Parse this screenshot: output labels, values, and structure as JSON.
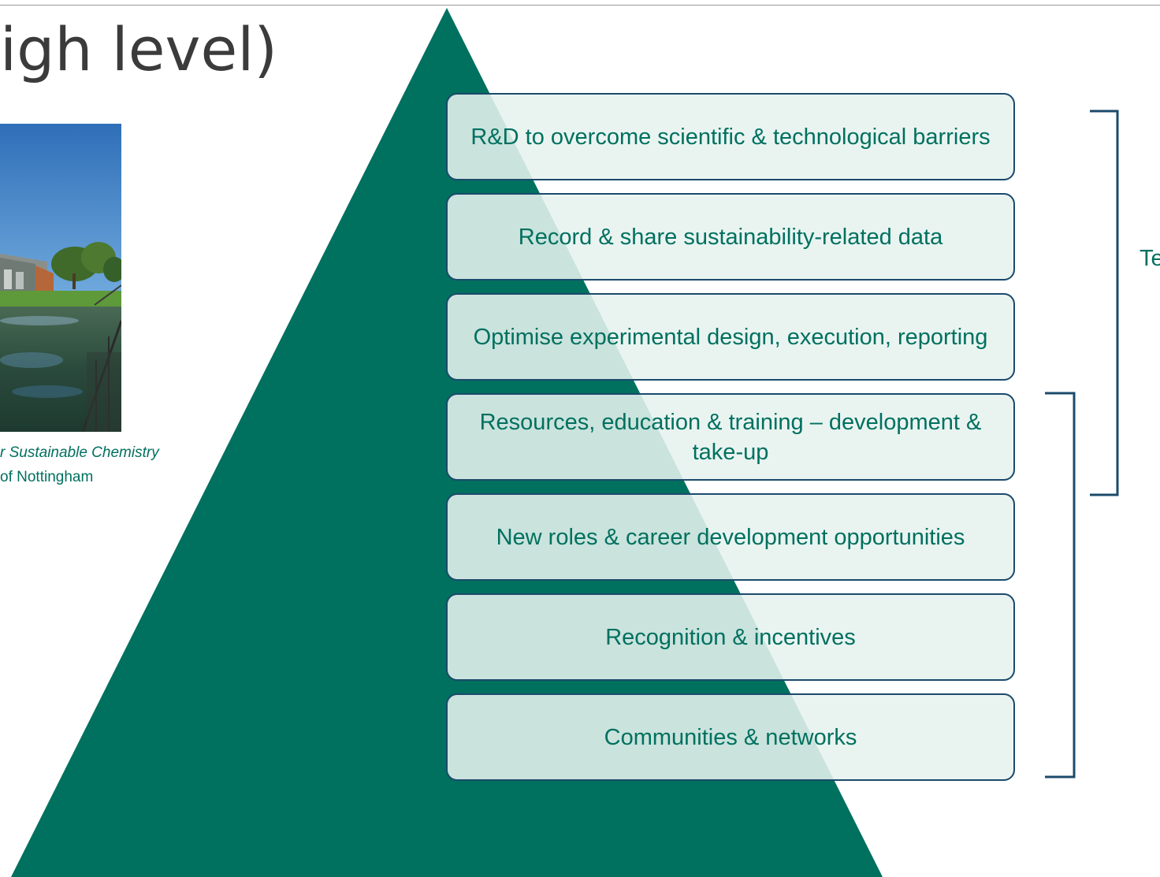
{
  "slide": {
    "title": "igh level)",
    "caption_line1": "r Sustainable Chemistry",
    "caption_line2": "of Nottingham",
    "side_label": "Te"
  },
  "pyramid": {
    "levels": [
      "R&D to overcome scientific & technological barriers",
      "Record & share sustainability-related data",
      "Optimise experimental design, execution, reporting",
      "Resources, education & training – development & take-up",
      "New roles & career development opportunities",
      "Recognition & incentives",
      "Communities & networks"
    ]
  },
  "colors": {
    "pyramid_fill": "#00705f",
    "box_border": "#1b4a6b",
    "text_green": "#00705f",
    "title_gray": "#3b3b3b"
  }
}
